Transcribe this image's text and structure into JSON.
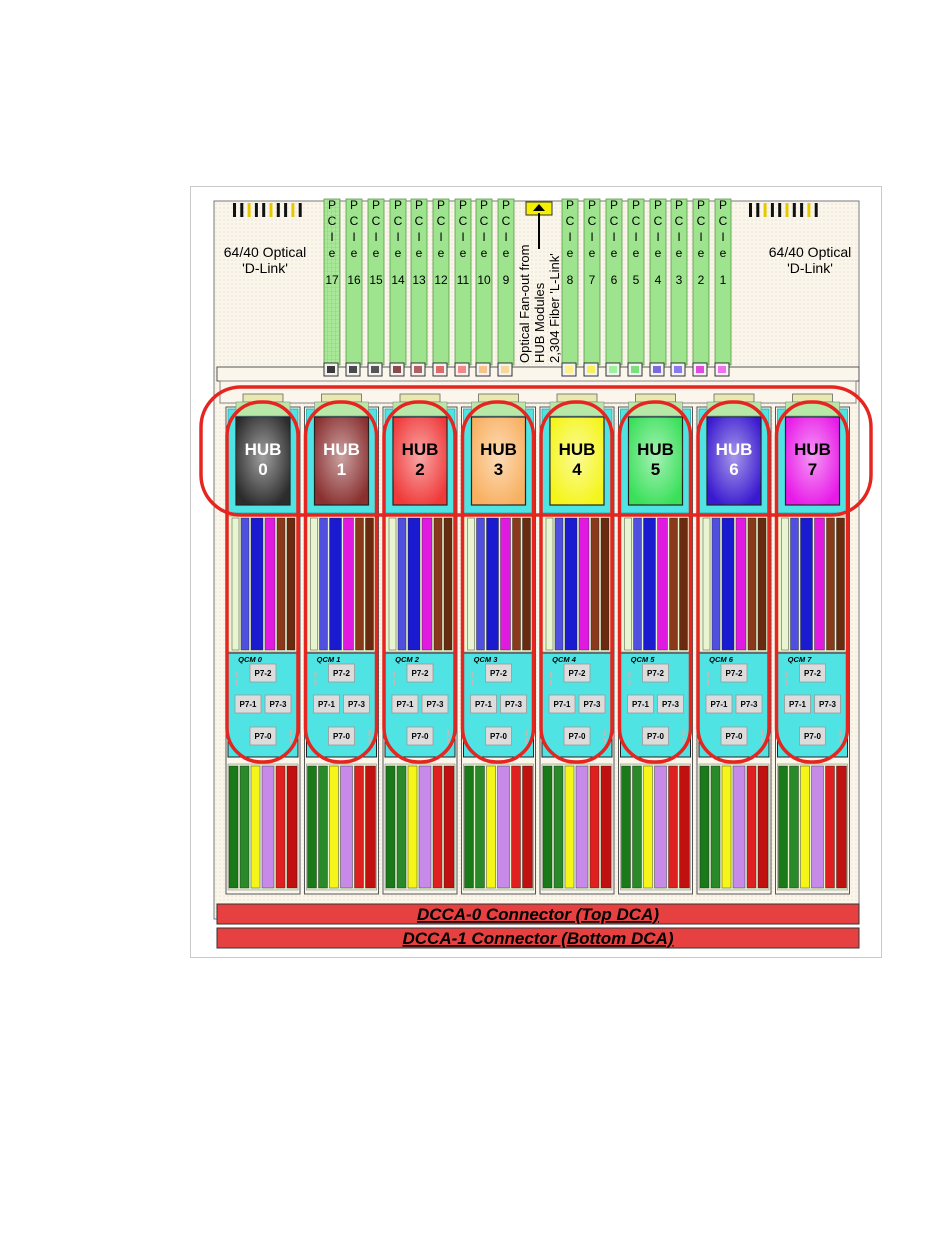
{
  "colors": {
    "tray_bg": "#fbf6ec",
    "pcie_card": "#9ee38e",
    "node_bg": "#4fe3e3",
    "red_outline": "#e52620",
    "dcca_bar": "#e74040",
    "fan_connector": "#f5f000"
  },
  "optical_left": {
    "line1": "64/40 Optical",
    "line2": "'D-Link'"
  },
  "optical_right": {
    "line1": "64/40 Optical",
    "line2": "'D-Link'"
  },
  "fanout": {
    "line1": "Optical Fan-out from",
    "line2": "HUB Modules",
    "line3": "2,304 Fiber 'L-Link'"
  },
  "pcie": {
    "letters": [
      "P",
      "C",
      "I",
      "e"
    ],
    "left_numbers": [
      "17",
      "16",
      "15",
      "14",
      "13",
      "12",
      "11",
      "10",
      "9"
    ],
    "right_numbers": [
      "8",
      "7",
      "6",
      "5",
      "4",
      "3",
      "2",
      "1"
    ]
  },
  "pcie_connector_colors": [
    "#3a3a3a",
    "#4a4a4a",
    "#555555",
    "#8a4a4a",
    "#b06060",
    "#e06a6a",
    "#f08a8a",
    "#f6c48a",
    "#f8d89a",
    "#fff08a",
    "#f6f060",
    "#9ef09a",
    "#7ae07a",
    "#7a6ae0",
    "#8a7af0",
    "#e04ae0",
    "#f070f0"
  ],
  "nodes": [
    {
      "hub_word": "HUB",
      "hub_num": "0",
      "hub_color": "#2c2c2c",
      "qcm": "QCM 0"
    },
    {
      "hub_word": "HUB",
      "hub_num": "1",
      "hub_color": "#8a3030",
      "qcm": "QCM 1"
    },
    {
      "hub_word": "HUB",
      "hub_num": "2",
      "hub_color": "#f03a3a",
      "qcm": "QCM 2"
    },
    {
      "hub_word": "HUB",
      "hub_num": "3",
      "hub_color": "#f8b060",
      "qcm": "QCM 3"
    },
    {
      "hub_word": "HUB",
      "hub_num": "4",
      "hub_color": "#f5f51a",
      "qcm": "QCM 4"
    },
    {
      "hub_word": "HUB",
      "hub_num": "5",
      "hub_color": "#3ae05a",
      "qcm": "QCM 5"
    },
    {
      "hub_word": "HUB",
      "hub_num": "6",
      "hub_color": "#3a1ad0",
      "qcm": "QCM 6"
    },
    {
      "hub_word": "HUB",
      "hub_num": "7",
      "hub_color": "#e81ae8",
      "qcm": "QCM 7"
    }
  ],
  "chips": {
    "top": "P7-2",
    "left": "P7-1",
    "right": "P7-3",
    "bottom": "P7-0"
  },
  "upper_strip_colors": [
    "#e8f5d0",
    "#5050e0",
    "#1a1ad0",
    "#e01ae0",
    "#8a3a1a",
    "#6a2a10"
  ],
  "lower_strip_colors": [
    "#1a7a1a",
    "#2a8a2a",
    "#f5f51a",
    "#c88ae8",
    "#e02020",
    "#c01010"
  ],
  "dcca0": "DCCA-0 Connector (Top DCA)",
  "dcca1": "DCCA-1 Connector (Bottom DCA)"
}
